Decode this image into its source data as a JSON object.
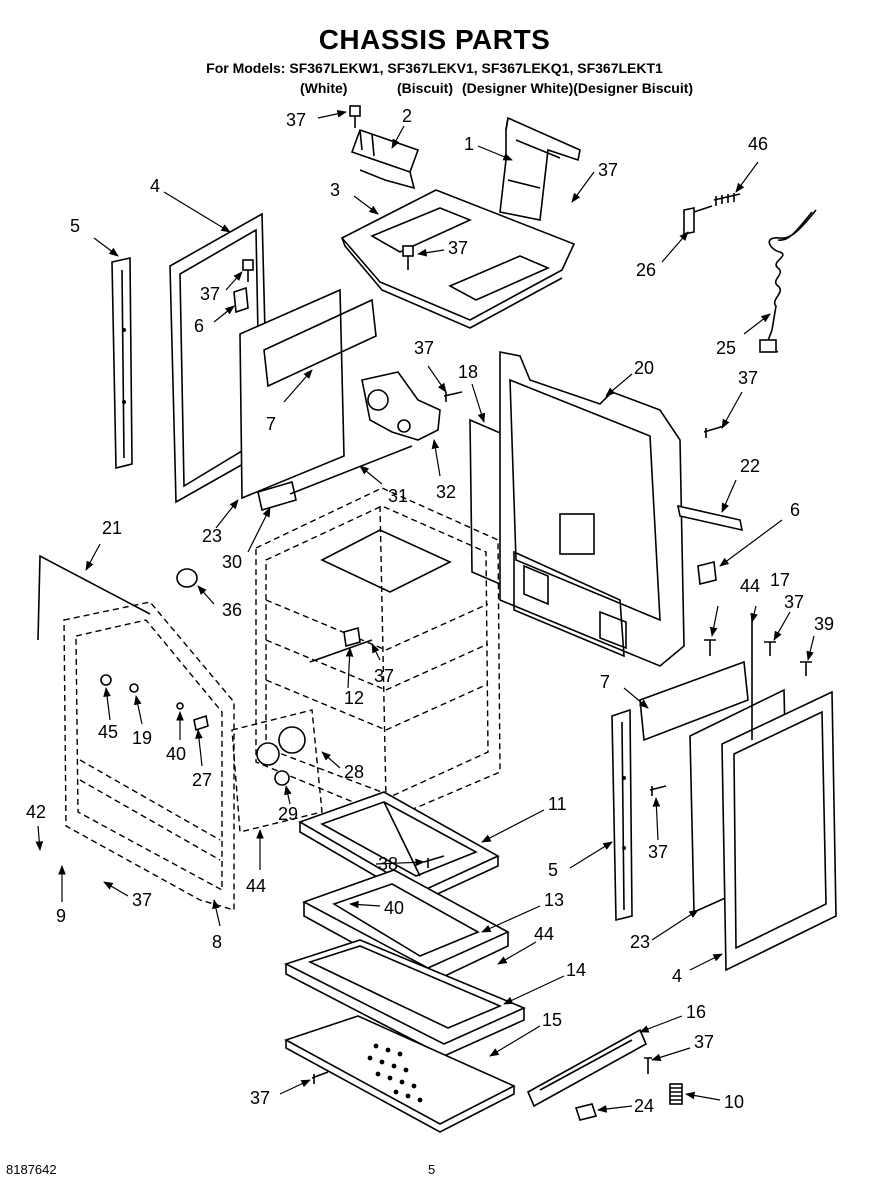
{
  "header": {
    "title": "CHASSIS PARTS",
    "models_line": "For Models: SF367LEKW1, SF367LEKV1, SF367LEKQ1, SF367LEKT1",
    "variants": [
      "(White)",
      "(Biscuit)",
      "(Designer White)(Designer Biscuit)"
    ]
  },
  "footer": {
    "doc_number": "8187642",
    "page_number": "5"
  },
  "callouts": [
    "1",
    "2",
    "3",
    "4",
    "5",
    "6",
    "7",
    "8",
    "9",
    "10",
    "11",
    "12",
    "13",
    "14",
    "15",
    "16",
    "17",
    "18",
    "19",
    "20",
    "21",
    "22",
    "23",
    "24",
    "25",
    "26",
    "27",
    "28",
    "29",
    "30",
    "31",
    "32",
    "36",
    "37",
    "38",
    "39",
    "40",
    "42",
    "44",
    "45",
    "46"
  ]
}
